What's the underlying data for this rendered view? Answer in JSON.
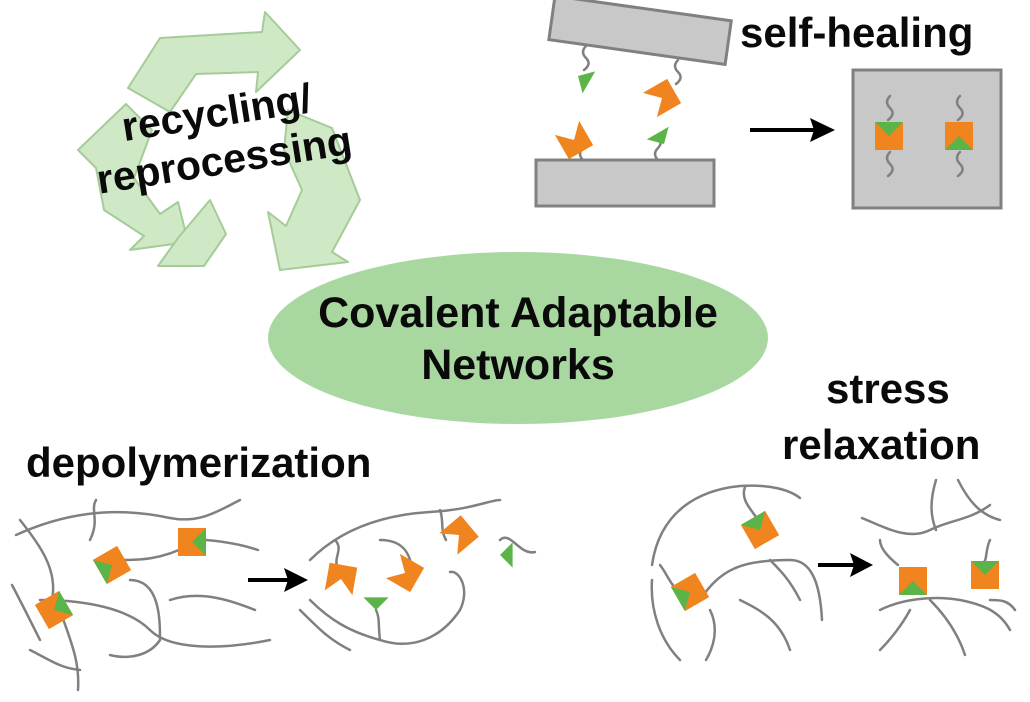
{
  "center": {
    "line1": "Covalent Adaptable",
    "line2": "Networks",
    "fill": "#a8d8a0"
  },
  "recycling": {
    "line1": "recycling/",
    "line2": "reprocessing",
    "arrow_fill": "#cfe8c6",
    "arrow_stroke": "#a5cc98"
  },
  "self_healing": {
    "label": "self-healing"
  },
  "depolymerization": {
    "label": "depolymerization"
  },
  "stress_relaxation": {
    "line1": "stress",
    "line2": "relaxation"
  },
  "colors": {
    "block_fill": "#c8c8c8",
    "block_stroke": "#808080",
    "chain": "#808080",
    "orange": "#f0841e",
    "green": "#5ab447",
    "arrow": "#000000"
  }
}
